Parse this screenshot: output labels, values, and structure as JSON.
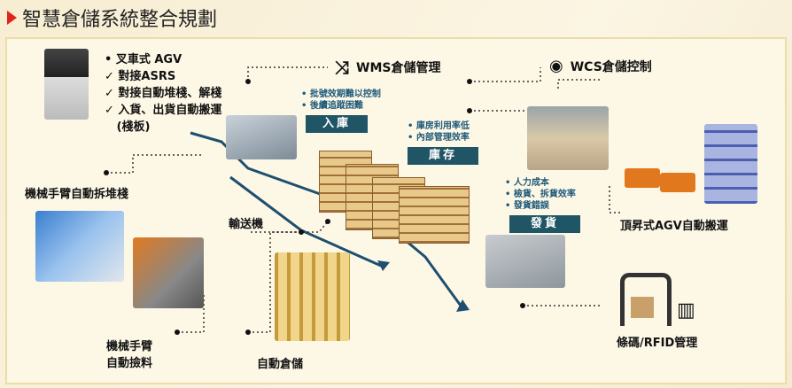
{
  "title": "智慧倉儲系統整合規劃",
  "agv_list": [
    "• 叉車式 AGV",
    "✓ 對接ASRS",
    "✓ 對接自動堆棧、解棧",
    "✓ 入貨、出貨自動搬運",
    "   (棧板)"
  ],
  "wms": "WMS倉儲管理",
  "wcs": "WCS倉儲控制",
  "inbound": {
    "bullets": [
      "• 批號效期難以控制",
      "• 後續追蹤困難"
    ],
    "tag": "入庫"
  },
  "storage": {
    "bullets": [
      "• 庫房利用率低",
      "• 內部管理效率"
    ],
    "tag": "庫存"
  },
  "shipping": {
    "bullets": [
      "• 人力成本",
      "• 檢貨、拆貨效率",
      "• 發貨錯誤"
    ],
    "tag": "發貨"
  },
  "robot_palletizing": "機械手臂自動拆堆棧",
  "conveyor": "輸送機",
  "robot_picking": [
    "機械手臂",
    "自動撿料"
  ],
  "asrs": "自動倉儲",
  "lift_agv": "頂昇式AGV自動搬運",
  "barcode": "條碼/RFID管理",
  "colors": {
    "accent": "#e0241b",
    "tag": "#1f5564",
    "bullet": "#1e5a7a",
    "flow": "#1d4f6e"
  }
}
